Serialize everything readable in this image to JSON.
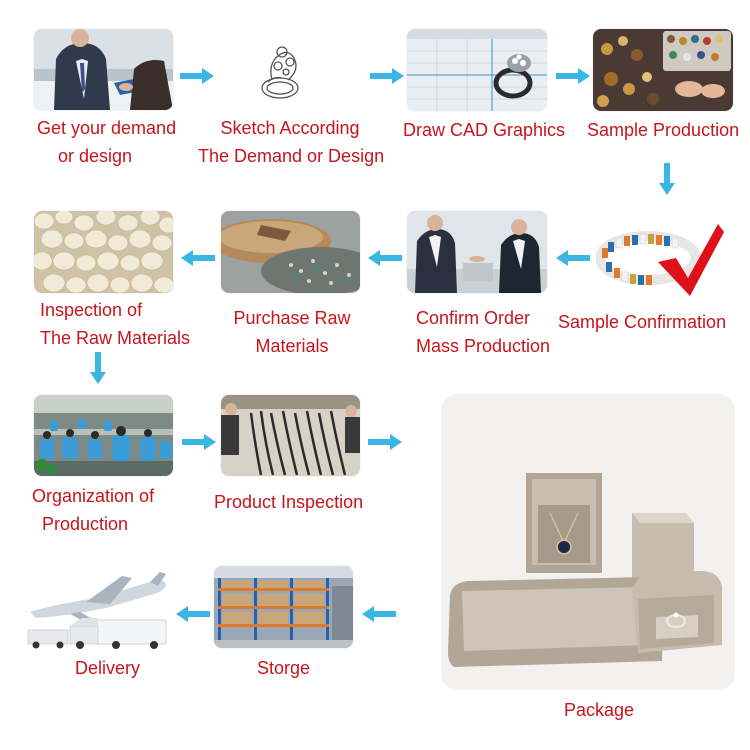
{
  "colors": {
    "label": "#c8141b",
    "arrow": "#3ab6e4"
  },
  "steps": {
    "demand": {
      "line1": "Get your demand",
      "line2": "or design",
      "icon": "business-meeting-photo"
    },
    "sketch": {
      "line1": "Sketch According",
      "line2": "The Demand or Design",
      "icon": "ring-sketch-photo"
    },
    "cad": {
      "line1": "Draw CAD Graphics",
      "icon": "cad-ring-photo"
    },
    "sample": {
      "line1": "Sample Production",
      "icon": "bead-crafting-photo"
    },
    "confirm_sample": {
      "line1": "Sample Confirmation",
      "icon": "bracelet-checkmark-photo"
    },
    "confirm_order": {
      "line1": "Confirm Order",
      "line2": "Mass Production",
      "icon": "office-meeting-photo"
    },
    "purchase": {
      "line1": "Purchase Raw",
      "line2": "Materials",
      "icon": "raw-materials-photo"
    },
    "inspect_raw": {
      "line1": "Inspection of",
      "line2": "The Raw Materials",
      "icon": "pearls-photo"
    },
    "organize": {
      "line1": "Organization of",
      "line2": "Production",
      "icon": "factory-workers-photo"
    },
    "product_inspect": {
      "line1": "Product Inspection",
      "icon": "necklace-inspection-photo"
    },
    "package": {
      "line1": "Package",
      "icon": "jewelry-boxes-photo"
    },
    "storge": {
      "line1": "Storge",
      "icon": "warehouse-photo"
    },
    "delivery": {
      "line1": "Delivery",
      "icon": "plane-truck-photo"
    }
  }
}
